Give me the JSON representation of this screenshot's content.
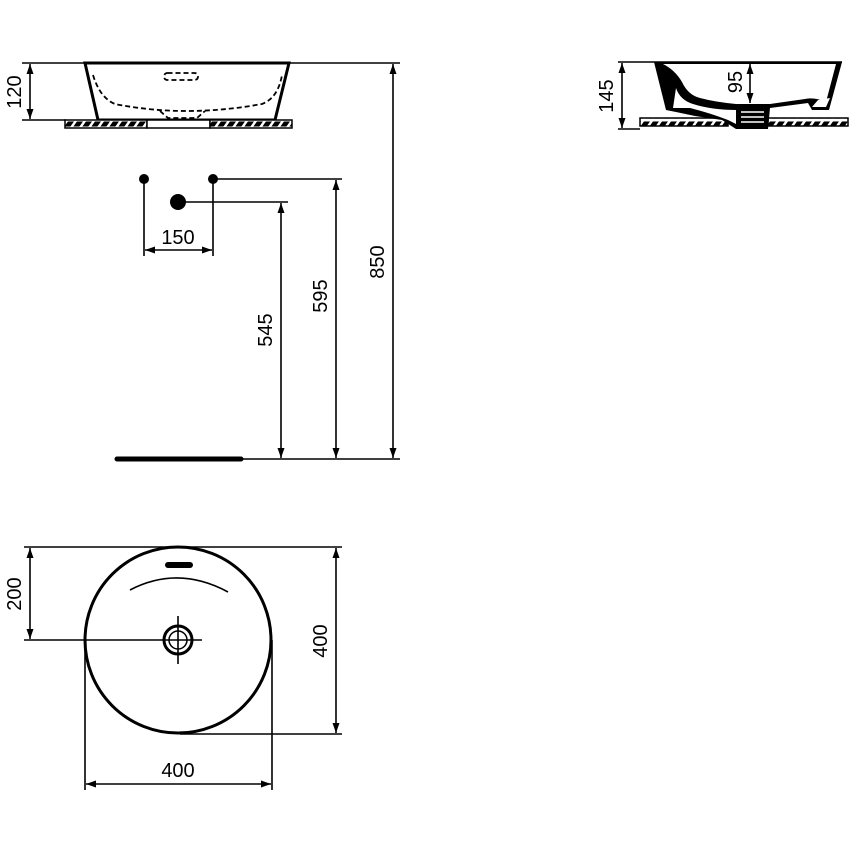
{
  "drawing": {
    "subject": "Round countertop washbasin installation drawing",
    "units": "mm",
    "front_view": {
      "height_label": "120"
    },
    "side_view": {
      "total_height_label": "145",
      "inner_depth_label": "95"
    },
    "installation": {
      "tap_spacing_label": "150",
      "waste_height_label": "545",
      "tap_height_label": "595",
      "countertop_height_label": "850"
    },
    "plan_view": {
      "center_offset_label": "200",
      "depth_label": "400",
      "width_label": "400"
    }
  },
  "colors": {
    "line": "#000000",
    "background": "#ffffff"
  }
}
